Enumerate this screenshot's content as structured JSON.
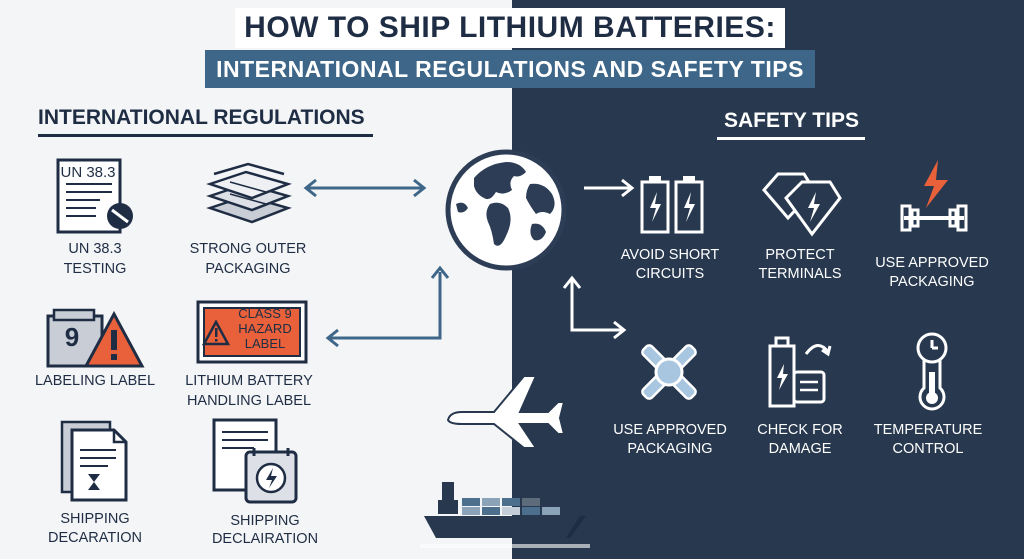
{
  "title": {
    "line1": "HOW TO SHIP LITHIUM BATTERIES:",
    "line2": "INTERNATIONAL REGULATIONS AND SAFETY TIPS"
  },
  "left_section": {
    "heading": "INTERNATIONAL REGULATIONS",
    "items": [
      {
        "label1": "UN 38.3",
        "label2": "TESTING",
        "icon": "document-test-icon",
        "icon_text": "UN 38.3"
      },
      {
        "label1": "STRONG OUTER",
        "label2": "PACKAGING",
        "icon": "stacked-packaging-icon"
      },
      {
        "label1": "LABELING LABEL",
        "label2": "",
        "icon": "class9-warning-icon",
        "icon_text": "9"
      },
      {
        "label1": "LITHIUM BATTERY",
        "label2": "HANDLING LABEL",
        "icon": "hazard-label-icon",
        "icon_text1": "CLASS 9",
        "icon_text2": "HAZARD",
        "icon_text3": "LABEL"
      },
      {
        "label1": "SHIPPING",
        "label2": "DECARATION",
        "icon": "hourglass-document-icon"
      },
      {
        "label1": "SHIPPING DECLAIRATION",
        "label2": "",
        "icon": "battery-document-icon"
      }
    ]
  },
  "right_section": {
    "heading": "SAFETY TIPS",
    "items": [
      {
        "label1": "AVOID SHORT",
        "label2": "CIRCUITS",
        "icon": "batteries-icon"
      },
      {
        "label1": "PROTECT",
        "label2": "TERMINALS",
        "icon": "terminal-shield-icon"
      },
      {
        "label1": "USE APPROVED",
        "label2": "PACKAGING",
        "icon": "lightning-barbell-icon"
      },
      {
        "label1": "USE APPROVED",
        "label2": "PACKAGING",
        "icon": "crossed-cells-icon"
      },
      {
        "label1": "CHECK FOR",
        "label2": "DAMAGE",
        "icon": "battery-inspect-icon"
      },
      {
        "label1": "TEMPERATURE",
        "label2": "CONTROL",
        "icon": "thermometer-icon"
      }
    ]
  },
  "colors": {
    "navy": "#1f2d44",
    "steel_blue": "#3e6688",
    "right_bg": "#27384f",
    "hazard_orange": "#e8613a",
    "left_bg": "#f4f5f7"
  }
}
